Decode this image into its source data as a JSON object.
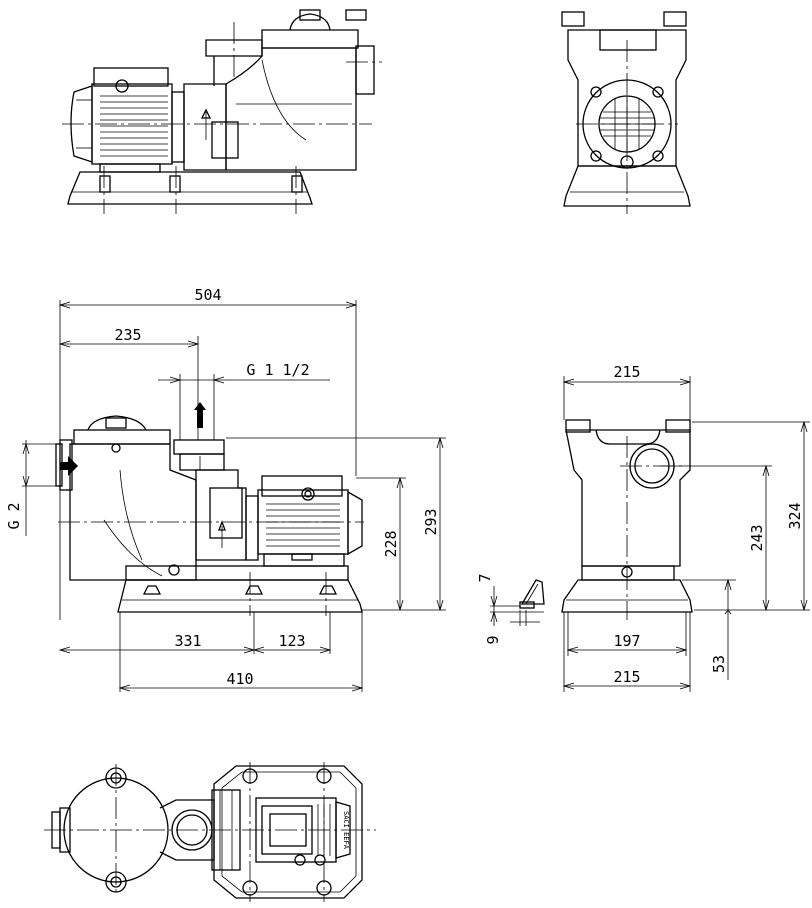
{
  "labels": {
    "width_overall": "504",
    "outlet_offset": "235",
    "outlet_thread": "G 1 1/2",
    "inlet_thread": "G 2",
    "motor_axis_height": "228",
    "outlet_height": "293",
    "base_left": "331",
    "base_right": "123",
    "base_length": "410",
    "front_width_top": "215",
    "front_width_bottom": "215",
    "front_feet_span": "197",
    "front_inlet_height": "243",
    "front_total_height": "324",
    "front_base_height": "53",
    "foot_detail_top": "7",
    "foot_detail_width": "9"
  },
  "motor_plate": {
    "brand_text": "SACI EEFA"
  },
  "colors": {
    "line": "#000000",
    "background": "#ffffff"
  }
}
